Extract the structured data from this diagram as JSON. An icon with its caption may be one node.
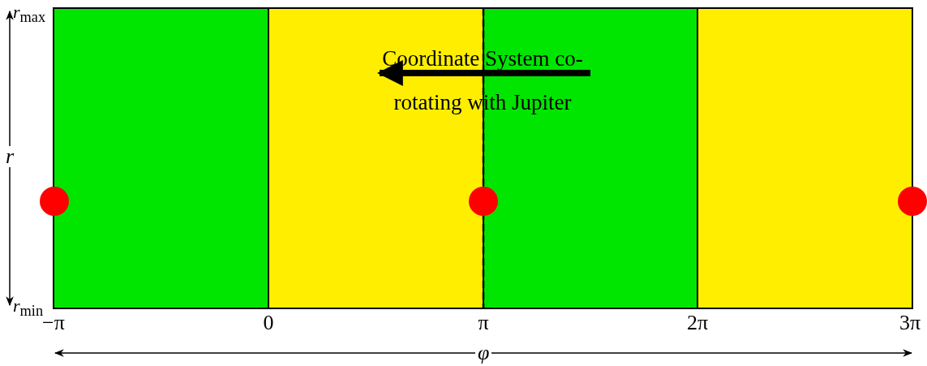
{
  "diagram": {
    "labels": [
      "*r*$_{max}$",
      "Coordinate System co-rotating with Jupiter",
      "*r*",
      "*r*$_{min}$",
      "−π",
      "0",
      "π",
      "2π",
      "3π",
      "*φ*"
    ]
  }
}
